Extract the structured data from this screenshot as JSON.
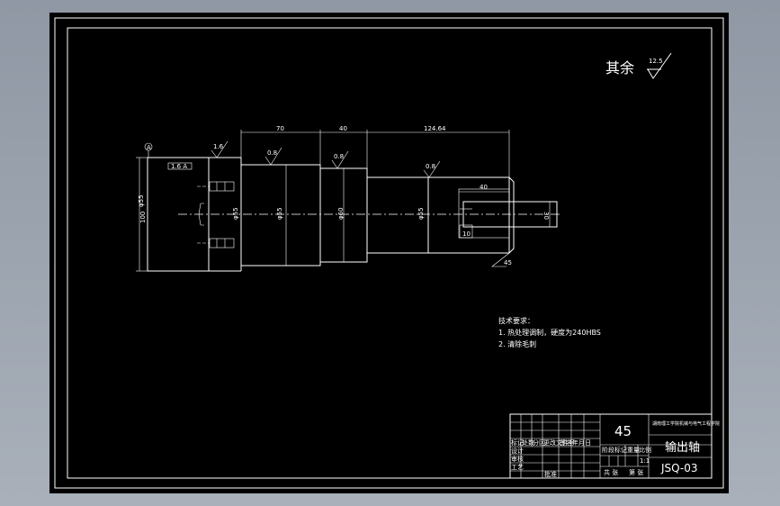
{
  "drawing": {
    "roughness_note": "其余",
    "roughness_value": "12.5",
    "dimensions": {
      "len1": "70",
      "len2": "40",
      "len3": "124.64",
      "len4": "40",
      "dia_end": "30",
      "dia_left": "100",
      "slot_w": "10",
      "angle": "45"
    },
    "roughness_marks": [
      "1.6",
      "0.8",
      "0.8",
      "0.8"
    ],
    "datum_label": "A",
    "frame_box": "1.6 A",
    "small_labels": {
      "d1": "φ55",
      "d2": "φ60",
      "d3": "φ55",
      "d4": "φ55",
      "d5": "φ55"
    },
    "technical_requirements": {
      "heading": "技术要求：",
      "items": [
        "1. 热处理调制，硬度为240HBS",
        "2. 清除毛刺"
      ]
    },
    "title_block": {
      "material": "45",
      "school": "湖南理工学院机械与电气工程学院",
      "part_name": "输出轴",
      "drawing_no": "JSQ-03",
      "headers": [
        "标记",
        "处数",
        "分区",
        "更改文件号",
        "签名",
        "年月日"
      ],
      "rows": [
        "设计",
        "审核",
        "工艺",
        "批准"
      ],
      "stage_labels": [
        "阶段标记",
        "重量",
        "比例"
      ],
      "scale": "1:1",
      "sheet_info": [
        "共 张",
        "第 张"
      ]
    }
  }
}
